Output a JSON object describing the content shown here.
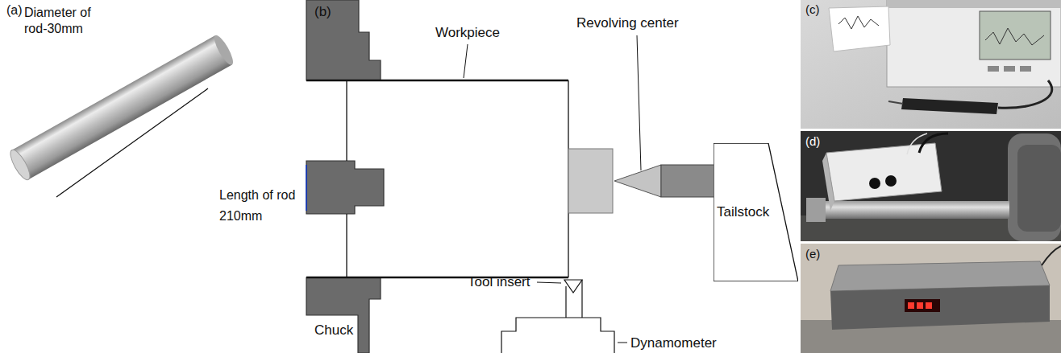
{
  "diagram": {
    "nodes": [
      {
        "text": [
          "Tailstock"
        ]
      }
    ],
    "labels": [
      "(a)",
      "Diameter of rod-30mm",
      "Length of rod 210mm",
      "(b)",
      "Workpiece",
      "Revolving center",
      "Tool insert",
      "Chuck",
      "Dynamometer",
      "(c)",
      "(d)",
      "(e)"
    ]
  }
}
